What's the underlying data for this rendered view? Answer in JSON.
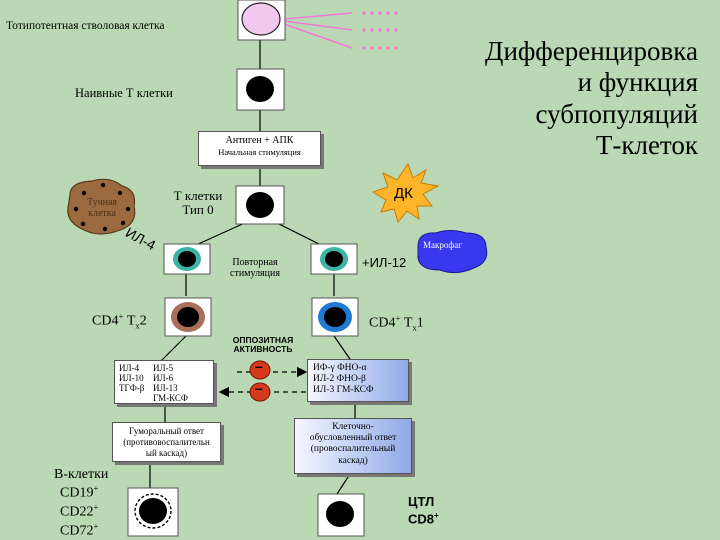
{
  "title": {
    "line1": "Дифференцировка",
    "line2": "и функция",
    "line3": "субпопуляций",
    "line4": "Т-клеток"
  },
  "labels": {
    "totipotent": "Тотипотентная стволовая клетка",
    "naive": "Наивные Т клетки",
    "antigen": "Антиген + АПК",
    "initial_stim": "Начальная стимуляция",
    "t0_line1": "Т клетки",
    "t0_line2": "Тип 0",
    "mast_line1": "Тучная",
    "mast_line2": "клетка",
    "il4": "ИЛ-4",
    "dk": "ДК",
    "macrophage": "Макрофаг",
    "il12": "+ИЛ-12",
    "repeat_line1": "Повторная",
    "repeat_line2": "стимуляция",
    "th2_main": "CD4",
    "th2_sup": "+",
    "th2_t": " Т",
    "th2_sub": "х",
    "th2_num": "2",
    "th1_main": "CD4",
    "th1_sup": "+",
    "th1_t": " Т",
    "th1_sub": "х",
    "th1_num": "1",
    "opposite_line1": "ОППОЗИТНАЯ",
    "opposite_line2": "АКТИВНОСТЬ",
    "b_title": "В-клетки",
    "b_cd19": "CD19",
    "b_cd22": "CD22",
    "b_cd72": "CD72",
    "b_plus": "+",
    "ctl_title": "ЦТЛ",
    "ctl_cd8": "CD8",
    "ctl_plus": "+"
  },
  "th2_cytokines": {
    "col1": [
      "ИЛ-4",
      "ИЛ-10",
      "ТГФ-β"
    ],
    "col2": [
      "ИЛ-5",
      "ИЛ-6",
      "ИЛ-13",
      "ГМ-КСФ"
    ]
  },
  "th1_cytokines": {
    "line1": "ИФ-γ ФНО-α",
    "line2": "ИЛ-2 ФНО-β",
    "line3": "ИЛ-3 ГМ-КСФ"
  },
  "humoral": {
    "line1": "Гуморальный ответ",
    "line2": "(противовоспалительн",
    "line3": "ый каскад)"
  },
  "cellular": {
    "line1": "Клеточно-",
    "line2": "обусловленный ответ",
    "line3": "(провоспалительный",
    "line4": "каскад)"
  },
  "inhibit_symbol": "–",
  "colors": {
    "background": "#b9d8b3",
    "stem_cell": "#f2c8f0",
    "dots": "#f07ad8",
    "mast": "#9b6a3f",
    "dk": "#ffb52a",
    "macrophage": "#3838ee",
    "teal_ring": "#3db3a4",
    "th2_ring": "#a8705a",
    "th1_ring": "#1f7ad6",
    "inhibit": "#d43a1e"
  }
}
